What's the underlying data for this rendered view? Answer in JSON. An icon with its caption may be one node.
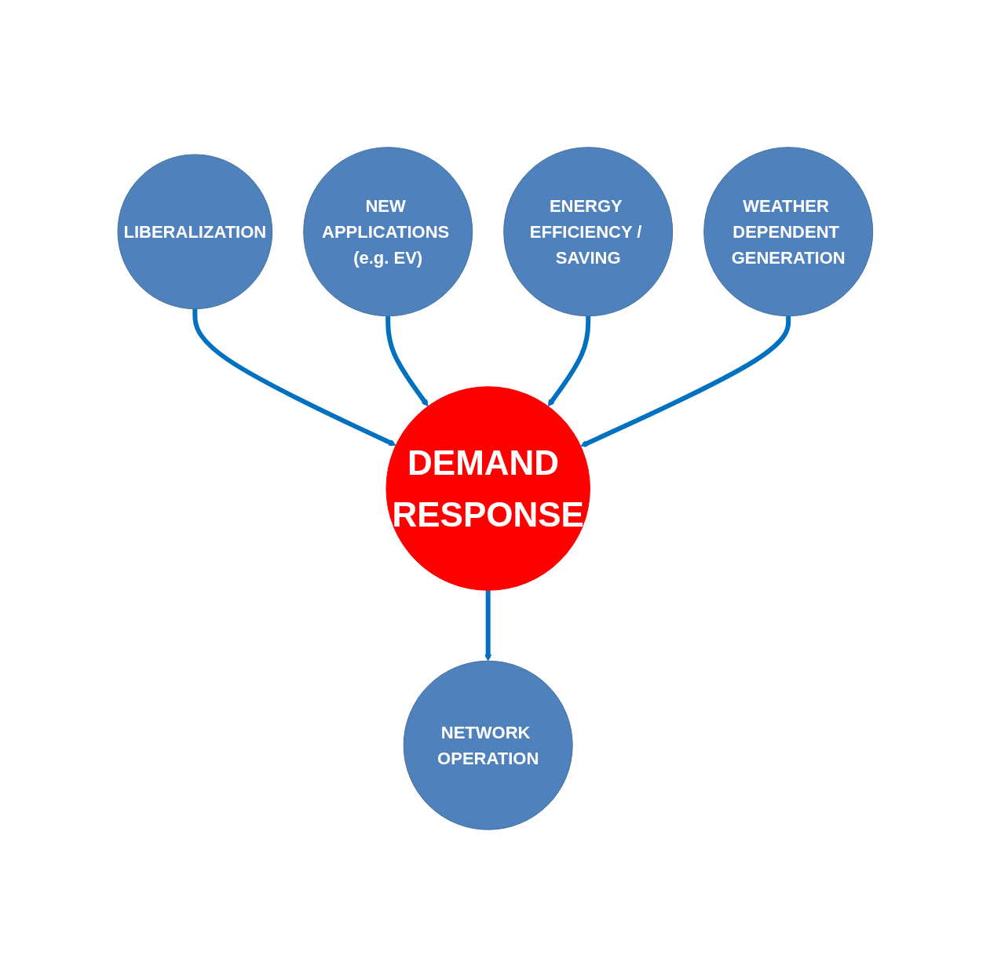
{
  "diagram": {
    "nodes": [
      {
        "text": [
          "LIBERALIZATION"
        ]
      },
      {
        "text": [
          "NEW APPLICATIONS (e.g. EV)"
        ]
      },
      {
        "text": [
          "DEMAND RESPONSE"
        ]
      },
      {
        "text": [
          "ENERGY EFFICIENCY / SAVING"
        ]
      },
      {
        "text": [
          "NETWORK OPERATION"
        ]
      },
      {
        "text": [
          "WEATHER DEPENDENT GENERATION"
        ]
      }
    ],
    "edges": [
      {
        "from": 0,
        "to": 2,
        "arrow": "to"
      },
      {
        "from": 1,
        "to": 2,
        "arrow": "to"
      },
      {
        "from": 3,
        "to": 2,
        "arrow": "to"
      },
      {
        "from": 5,
        "to": 2,
        "arrow": "to"
      },
      {
        "from": 2,
        "to": 4,
        "arrow": "to"
      }
    ]
  }
}
